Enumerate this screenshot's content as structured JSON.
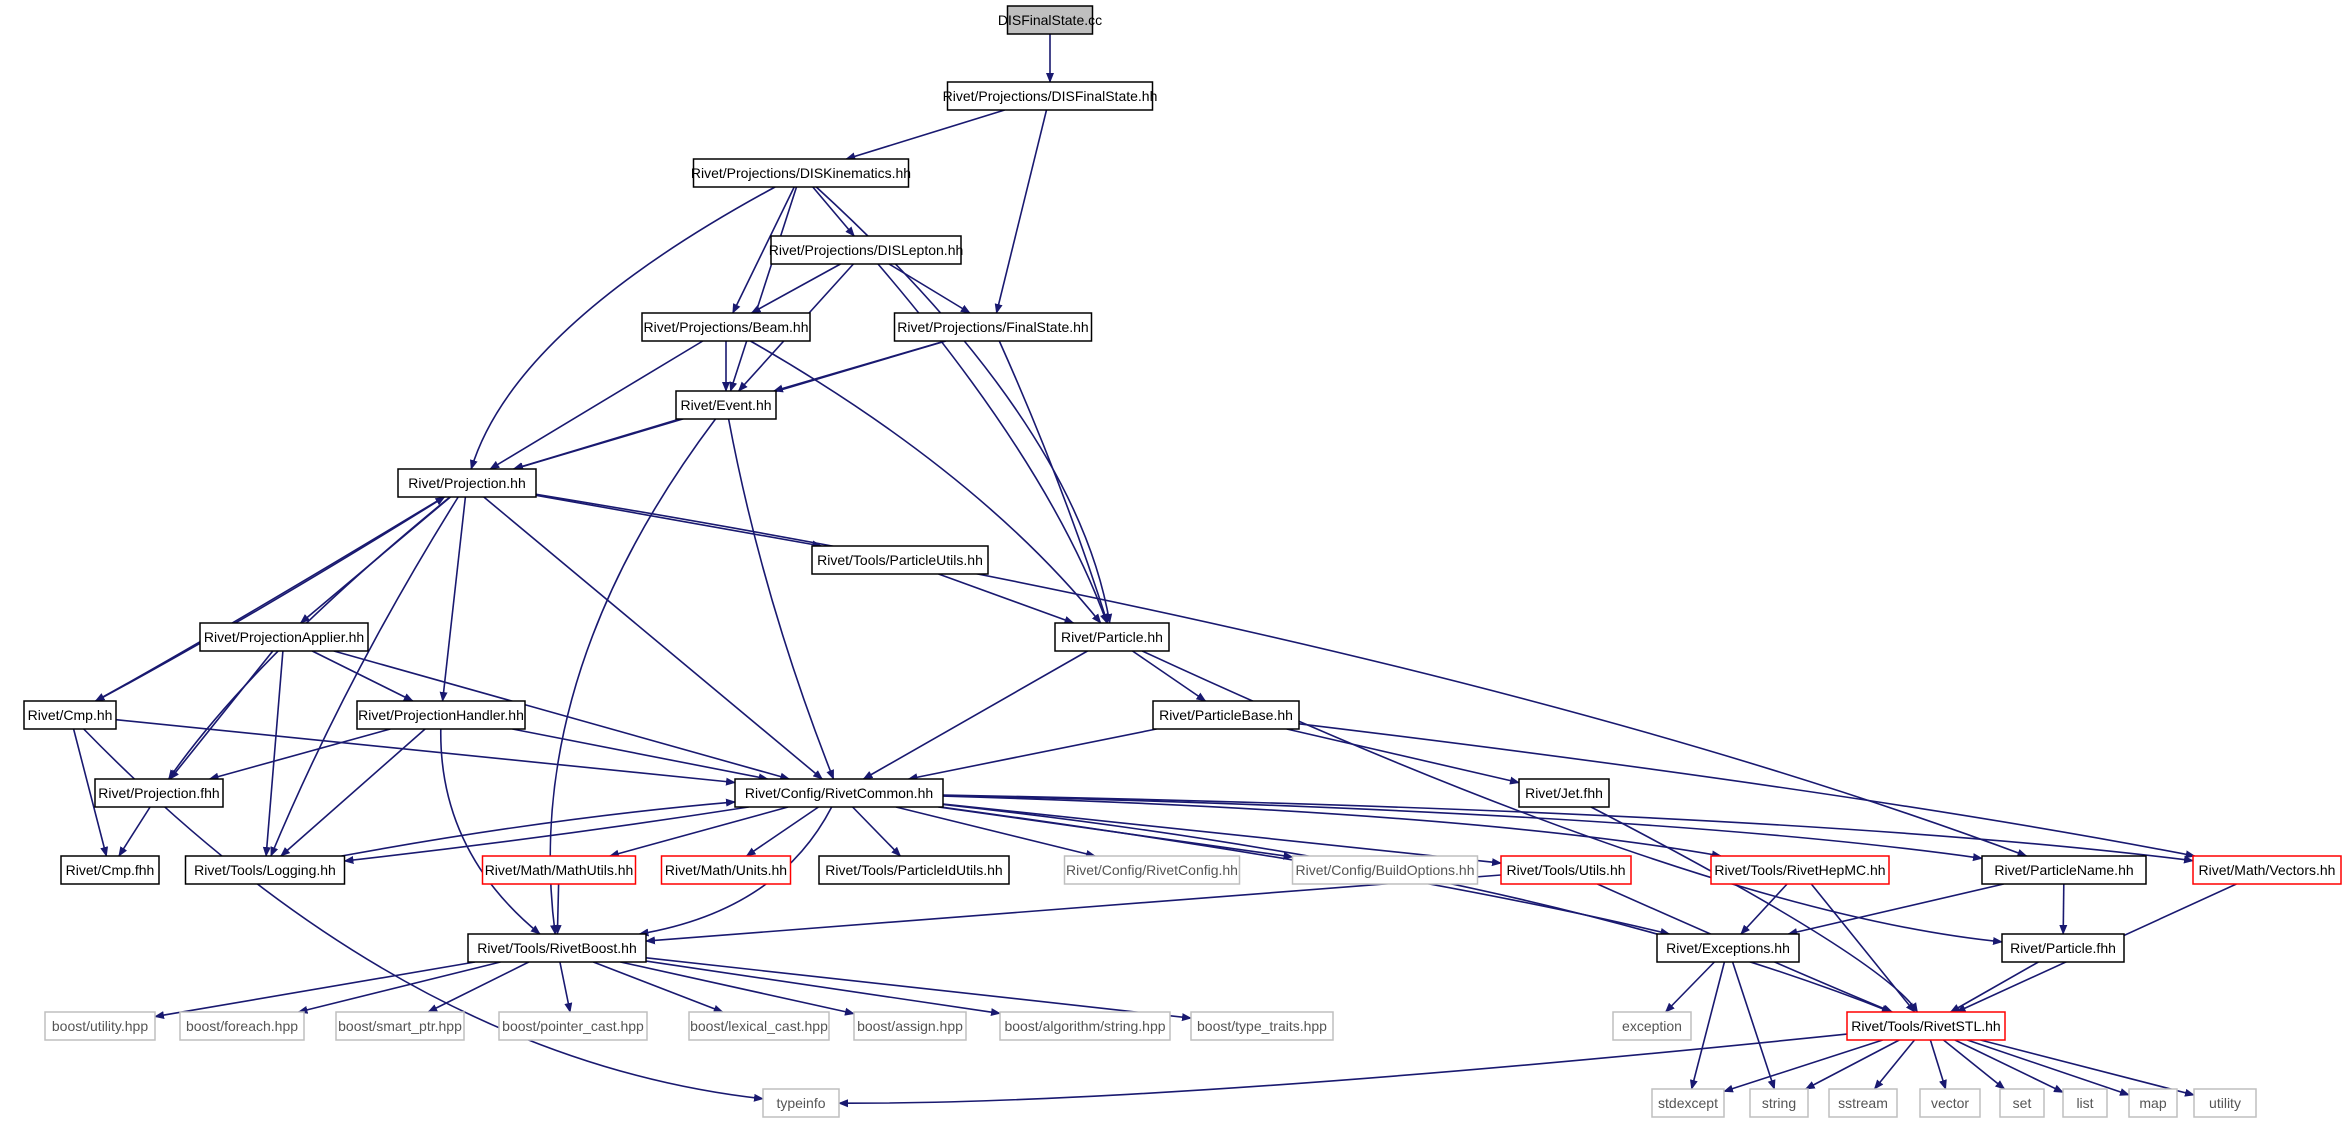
{
  "colors": {
    "edge": "#191970",
    "border_normal": "#000000",
    "border_truncated": "#ff0000",
    "border_external": "#bfbfbf",
    "text_normal": "#000000",
    "text_external": "#555555",
    "fill_root": "#bfbfbf",
    "fill_normal": "#ffffff"
  },
  "nodes": [
    {
      "id": "n0",
      "label": "DISFinalState.cc",
      "kind": "root"
    },
    {
      "id": "n1",
      "label": "Rivet/Projections/DISFinalState.hh",
      "kind": "normal"
    },
    {
      "id": "n2",
      "label": "Rivet/Projections/DISKinematics.hh",
      "kind": "normal"
    },
    {
      "id": "n3",
      "label": "Rivet/Projections/DISLepton.hh",
      "kind": "normal"
    },
    {
      "id": "n4",
      "label": "Rivet/Projections/Beam.hh",
      "kind": "normal"
    },
    {
      "id": "n5",
      "label": "Rivet/Projections/FinalState.hh",
      "kind": "normal"
    },
    {
      "id": "n6",
      "label": "Rivet/Event.hh",
      "kind": "normal"
    },
    {
      "id": "n7",
      "label": "Rivet/Projection.hh",
      "kind": "normal"
    },
    {
      "id": "n8",
      "label": "Rivet/Tools/ParticleUtils.hh",
      "kind": "normal"
    },
    {
      "id": "n9",
      "label": "Rivet/Particle.hh",
      "kind": "normal"
    },
    {
      "id": "n10",
      "label": "Rivet/ProjectionApplier.hh",
      "kind": "normal"
    },
    {
      "id": "n11",
      "label": "Rivet/Cmp.hh",
      "kind": "normal"
    },
    {
      "id": "n12",
      "label": "Rivet/ProjectionHandler.hh",
      "kind": "normal"
    },
    {
      "id": "n13",
      "label": "Rivet/ParticleBase.hh",
      "kind": "normal"
    },
    {
      "id": "n14",
      "label": "Rivet/Jet.fhh",
      "kind": "normal"
    },
    {
      "id": "n15",
      "label": "Rivet/Projection.fhh",
      "kind": "normal"
    },
    {
      "id": "n16",
      "label": "Rivet/Config/RivetCommon.hh",
      "kind": "normal"
    },
    {
      "id": "n17",
      "label": "Rivet/Cmp.fhh",
      "kind": "normal"
    },
    {
      "id": "n18",
      "label": "Rivet/Tools/Logging.hh",
      "kind": "normal"
    },
    {
      "id": "n19",
      "label": "Rivet/Math/MathUtils.hh",
      "kind": "truncated"
    },
    {
      "id": "n20",
      "label": "Rivet/Math/Units.hh",
      "kind": "truncated"
    },
    {
      "id": "n21",
      "label": "Rivet/Tools/ParticleIdUtils.hh",
      "kind": "normal"
    },
    {
      "id": "n22",
      "label": "Rivet/Config/RivetConfig.hh",
      "kind": "external"
    },
    {
      "id": "n23",
      "label": "Rivet/Config/BuildOptions.hh",
      "kind": "external"
    },
    {
      "id": "n24",
      "label": "Rivet/Tools/Utils.hh",
      "kind": "truncated"
    },
    {
      "id": "n25",
      "label": "Rivet/Tools/RivetHepMC.hh",
      "kind": "truncated"
    },
    {
      "id": "n26",
      "label": "Rivet/ParticleName.hh",
      "kind": "normal"
    },
    {
      "id": "n27",
      "label": "Rivet/Math/Vectors.hh",
      "kind": "truncated"
    },
    {
      "id": "n28",
      "label": "Rivet/Tools/RivetBoost.hh",
      "kind": "normal"
    },
    {
      "id": "n29",
      "label": "Rivet/Exceptions.hh",
      "kind": "normal"
    },
    {
      "id": "n30",
      "label": "Rivet/Particle.fhh",
      "kind": "normal"
    },
    {
      "id": "n31",
      "label": "boost/utility.hpp",
      "kind": "external"
    },
    {
      "id": "n32",
      "label": "boost/foreach.hpp",
      "kind": "external"
    },
    {
      "id": "n33",
      "label": "boost/smart_ptr.hpp",
      "kind": "external"
    },
    {
      "id": "n34",
      "label": "boost/pointer_cast.hpp",
      "kind": "external"
    },
    {
      "id": "n35",
      "label": "boost/lexical_cast.hpp",
      "kind": "external"
    },
    {
      "id": "n36",
      "label": "boost/assign.hpp",
      "kind": "external"
    },
    {
      "id": "n37",
      "label": "boost/algorithm/string.hpp",
      "kind": "external"
    },
    {
      "id": "n38",
      "label": "boost/type_traits.hpp",
      "kind": "external"
    },
    {
      "id": "n39",
      "label": "exception",
      "kind": "external"
    },
    {
      "id": "n40",
      "label": "Rivet/Tools/RivetSTL.hh",
      "kind": "truncated"
    },
    {
      "id": "n41",
      "label": "typeinfo",
      "kind": "external"
    },
    {
      "id": "n42",
      "label": "stdexcept",
      "kind": "external"
    },
    {
      "id": "n43",
      "label": "string",
      "kind": "external"
    },
    {
      "id": "n44",
      "label": "sstream",
      "kind": "external"
    },
    {
      "id": "n45",
      "label": "vector",
      "kind": "external"
    },
    {
      "id": "n46",
      "label": "set",
      "kind": "external"
    },
    {
      "id": "n47",
      "label": "list",
      "kind": "external"
    },
    {
      "id": "n48",
      "label": "map",
      "kind": "external"
    },
    {
      "id": "n49",
      "label": "utility",
      "kind": "external"
    }
  ],
  "edges": [
    [
      "n0",
      "n1"
    ],
    [
      "n1",
      "n2"
    ],
    [
      "n1",
      "n5"
    ],
    [
      "n2",
      "n3"
    ],
    [
      "n2",
      "n4"
    ],
    [
      "n2",
      "n6"
    ],
    [
      "n2",
      "n7"
    ],
    [
      "n2",
      "n9"
    ],
    [
      "n3",
      "n4"
    ],
    [
      "n3",
      "n5"
    ],
    [
      "n3",
      "n6"
    ],
    [
      "n3",
      "n9"
    ],
    [
      "n4",
      "n6"
    ],
    [
      "n4",
      "n7"
    ],
    [
      "n4",
      "n9"
    ],
    [
      "n5",
      "n6"
    ],
    [
      "n5",
      "n7"
    ],
    [
      "n5",
      "n9"
    ],
    [
      "n6",
      "n7"
    ],
    [
      "n6",
      "n16"
    ],
    [
      "n6",
      "n28"
    ],
    [
      "n7",
      "n8"
    ],
    [
      "n7",
      "n10"
    ],
    [
      "n7",
      "n11"
    ],
    [
      "n7",
      "n12"
    ],
    [
      "n7",
      "n15"
    ],
    [
      "n7",
      "n16"
    ],
    [
      "n7",
      "n18"
    ],
    [
      "n7",
      "n26"
    ],
    [
      "n8",
      "n9"
    ],
    [
      "n9",
      "n13"
    ],
    [
      "n9",
      "n16"
    ],
    [
      "n9",
      "n30"
    ],
    [
      "n10",
      "n12"
    ],
    [
      "n10",
      "n15"
    ],
    [
      "n10",
      "n16"
    ],
    [
      "n10",
      "n18"
    ],
    [
      "n11",
      "n7"
    ],
    [
      "n11",
      "n16"
    ],
    [
      "n11",
      "n17"
    ],
    [
      "n11",
      "n41"
    ],
    [
      "n12",
      "n15"
    ],
    [
      "n12",
      "n16"
    ],
    [
      "n12",
      "n18"
    ],
    [
      "n12",
      "n28"
    ],
    [
      "n13",
      "n14"
    ],
    [
      "n13",
      "n16"
    ],
    [
      "n13",
      "n27"
    ],
    [
      "n14",
      "n40"
    ],
    [
      "n15",
      "n17"
    ],
    [
      "n16",
      "n18"
    ],
    [
      "n16",
      "n19"
    ],
    [
      "n16",
      "n20"
    ],
    [
      "n16",
      "n21"
    ],
    [
      "n16",
      "n22"
    ],
    [
      "n16",
      "n23"
    ],
    [
      "n16",
      "n24"
    ],
    [
      "n16",
      "n25"
    ],
    [
      "n16",
      "n26"
    ],
    [
      "n16",
      "n27"
    ],
    [
      "n16",
      "n28"
    ],
    [
      "n16",
      "n29"
    ],
    [
      "n16",
      "n40"
    ],
    [
      "n18",
      "n16"
    ],
    [
      "n19",
      "n28"
    ],
    [
      "n24",
      "n28"
    ],
    [
      "n24",
      "n40"
    ],
    [
      "n25",
      "n29"
    ],
    [
      "n25",
      "n40"
    ],
    [
      "n26",
      "n29"
    ],
    [
      "n26",
      "n30"
    ],
    [
      "n27",
      "n40"
    ],
    [
      "n28",
      "n31"
    ],
    [
      "n28",
      "n32"
    ],
    [
      "n28",
      "n33"
    ],
    [
      "n28",
      "n34"
    ],
    [
      "n28",
      "n35"
    ],
    [
      "n28",
      "n36"
    ],
    [
      "n28",
      "n37"
    ],
    [
      "n28",
      "n38"
    ],
    [
      "n29",
      "n39"
    ],
    [
      "n29",
      "n42"
    ],
    [
      "n29",
      "n43"
    ],
    [
      "n30",
      "n40"
    ],
    [
      "n40",
      "n41"
    ],
    [
      "n40",
      "n42"
    ],
    [
      "n40",
      "n43"
    ],
    [
      "n40",
      "n44"
    ],
    [
      "n40",
      "n45"
    ],
    [
      "n40",
      "n46"
    ],
    [
      "n40",
      "n47"
    ],
    [
      "n40",
      "n48"
    ],
    [
      "n40",
      "n49"
    ]
  ]
}
